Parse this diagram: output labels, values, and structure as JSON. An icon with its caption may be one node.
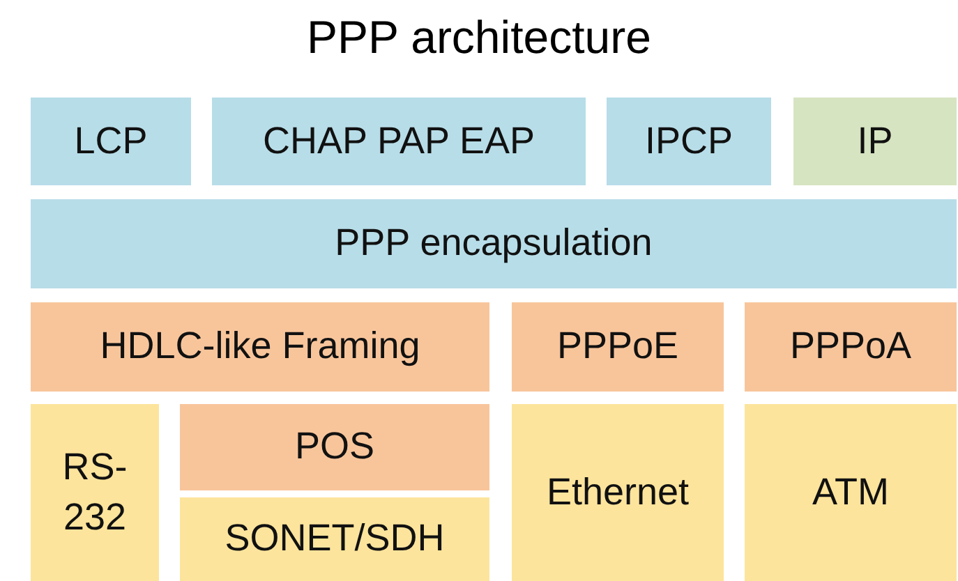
{
  "diagram": {
    "title": "PPP architecture",
    "nodes": [
      {
        "text": [
          "LCP"
        ]
      },
      {
        "text": [
          "CHAP PAP EAP"
        ]
      },
      {
        "text": [
          "IPCP"
        ]
      },
      {
        "text": [
          "IP"
        ]
      },
      {
        "text": [
          "PPP encapsulation"
        ]
      },
      {
        "text": [
          "HDLC-like Framing"
        ]
      },
      {
        "text": [
          "PPPoE"
        ]
      },
      {
        "text": [
          "PPPoA"
        ]
      },
      {
        "text": [
          "RS-232"
        ]
      },
      {
        "text": [
          "POS"
        ]
      },
      {
        "text": [
          "SONET/SDH"
        ]
      },
      {
        "text": [
          "Ethernet"
        ]
      },
      {
        "text": [
          "ATM"
        ]
      }
    ]
  }
}
